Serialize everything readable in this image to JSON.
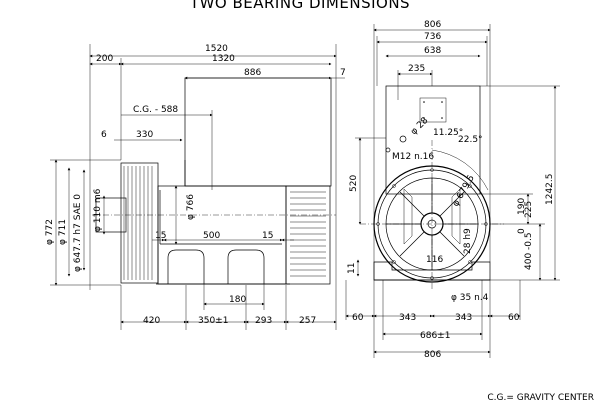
{
  "title": "TWO BEARING DIMENSIONS",
  "footnote": "C.G.= GRAVITY CENTER",
  "side_view": {
    "overall_length": "1520",
    "shaft_ext": "200",
    "body_length": "1320",
    "box_length": "886",
    "box_offset": "7",
    "cg_label": "C.G. - 588",
    "small_offset": "6",
    "cg_dist": "330",
    "dia_772": "φ 772",
    "dia_711": "φ 711",
    "dia_647": "φ 647.7 h7 SAE 0",
    "shaft_dia": "φ 110 m6",
    "dia_766": "φ 766",
    "foot_margin_left": "15",
    "foot_span": "500",
    "foot_margin_right": "15",
    "foot_slot": "180",
    "bottom_420": "420",
    "bottom_350": "350±1",
    "bottom_293": "293",
    "bottom_257": "257"
  },
  "end_view": {
    "width_806": "806",
    "width_736": "736",
    "width_638": "638",
    "box_235": "235",
    "hole_28": "φ 28",
    "angle_11_25": "11.25°",
    "angle_22_5": "22.5°",
    "thread_m12": "M12 n.16",
    "pcd_679": "φ 679.5",
    "height_520": "520",
    "h_190": "190",
    "h_225": "225",
    "h_1242": "1242.5",
    "h_400": "400 -0.5",
    "h_0": "0",
    "h_11": "11",
    "key_28": "28 h9",
    "key_116": "116",
    "feet_holes": "φ 35 n.4",
    "b_60_left": "60",
    "b_343_left": "343",
    "b_343_right": "343",
    "b_60_right": "60",
    "b_686": "686±1",
    "b_806": "806"
  }
}
